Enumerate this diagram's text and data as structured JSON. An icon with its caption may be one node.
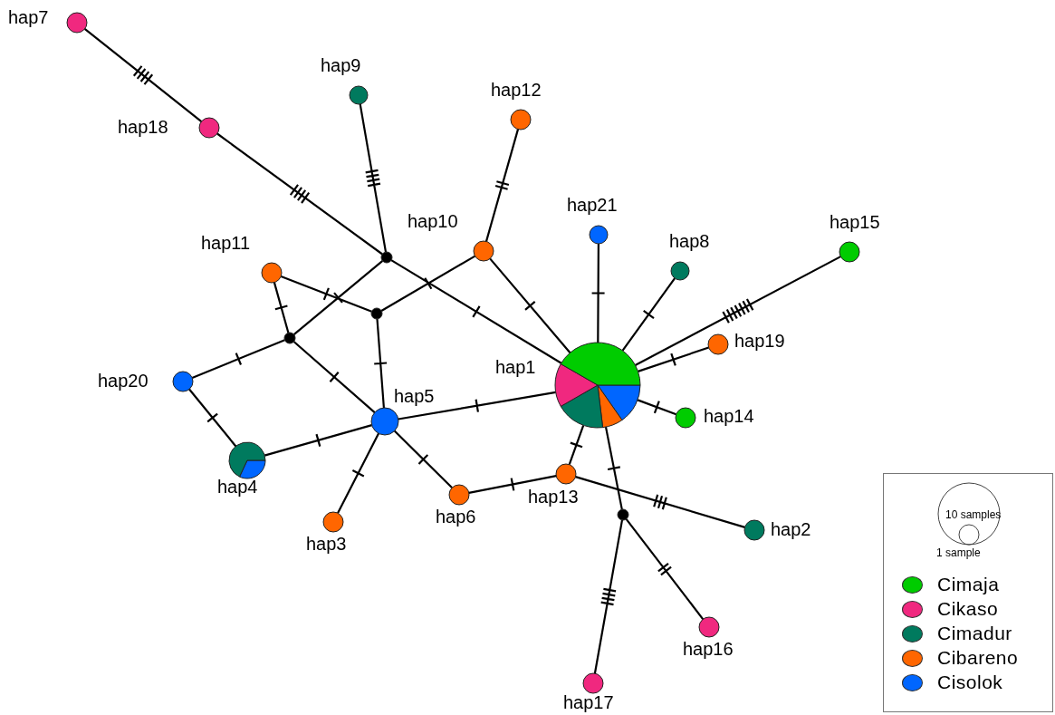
{
  "diagram": {
    "nodes": [
      {
        "text": [],
        "shape": "circle",
        "beside": [
          "hap1"
        ]
      },
      {
        "text": [],
        "shape": "circle",
        "beside": [
          "hap2"
        ]
      },
      {
        "text": [],
        "shape": "circle",
        "beside": [
          "hap3"
        ]
      },
      {
        "text": [],
        "shape": "circle",
        "beside": [
          "hap4"
        ]
      },
      {
        "text": [],
        "shape": "circle",
        "beside": [
          "hap5"
        ]
      },
      {
        "text": [],
        "shape": "circle",
        "beside": [
          "hap6"
        ]
      },
      {
        "text": [],
        "shape": "circle",
        "beside": [
          "hap7"
        ]
      },
      {
        "text": [],
        "shape": "circle",
        "beside": [
          "hap8"
        ]
      },
      {
        "text": [],
        "shape": "circle",
        "beside": [
          "hap9"
        ]
      },
      {
        "text": [],
        "shape": "circle",
        "beside": [
          "hap10"
        ]
      },
      {
        "text": [],
        "shape": "circle",
        "beside": [
          "hap11"
        ]
      },
      {
        "text": [],
        "shape": "circle",
        "beside": [
          "hap12"
        ]
      },
      {
        "text": [],
        "shape": "circle",
        "beside": [
          "hap13"
        ]
      },
      {
        "text": [],
        "shape": "circle",
        "beside": [
          "hap14"
        ]
      },
      {
        "text": [],
        "shape": "circle",
        "beside": [
          "hap15"
        ]
      },
      {
        "text": [],
        "shape": "circle",
        "beside": [
          "hap16"
        ]
      },
      {
        "text": [],
        "shape": "circle",
        "beside": [
          "hap17"
        ]
      },
      {
        "text": [],
        "shape": "circle",
        "beside": [
          "hap18"
        ]
      },
      {
        "text": [],
        "shape": "circle",
        "beside": [
          "hap19"
        ]
      },
      {
        "text": [],
        "shape": "circle",
        "beside": [
          "hap20"
        ]
      },
      {
        "text": [],
        "shape": "circle",
        "beside": [
          "hap21"
        ]
      },
      {
        "text": [],
        "shape": "circle"
      },
      {
        "text": [],
        "shape": "circle"
      },
      {
        "text": [],
        "shape": "circle"
      },
      {
        "text": [],
        "shape": "circle"
      }
    ],
    "edges": [
      {
        "from": 6,
        "to": 17,
        "arrow": "none"
      },
      {
        "from": 17,
        "to": 21,
        "arrow": "none"
      },
      {
        "from": 8,
        "to": 21,
        "arrow": "none"
      },
      {
        "from": 21,
        "to": 0,
        "arrow": "none"
      },
      {
        "from": 21,
        "to": 23,
        "arrow": "none"
      },
      {
        "from": 10,
        "to": 22,
        "arrow": "none"
      },
      {
        "from": 22,
        "to": 9,
        "arrow": "none"
      },
      {
        "from": 11,
        "to": 9,
        "arrow": "none"
      },
      {
        "from": 9,
        "to": 0,
        "arrow": "none"
      },
      {
        "from": 10,
        "to": 23,
        "arrow": "none"
      },
      {
        "from": 19,
        "to": 23,
        "arrow": "none"
      },
      {
        "from": 23,
        "to": 4,
        "arrow": "none"
      },
      {
        "from": 22,
        "to": 4,
        "arrow": "none"
      },
      {
        "from": 19,
        "to": 3,
        "arrow": "none"
      },
      {
        "from": 3,
        "to": 4,
        "arrow": "none"
      },
      {
        "from": 4,
        "to": 0,
        "arrow": "none"
      },
      {
        "from": 4,
        "to": 2,
        "arrow": "none"
      },
      {
        "from": 4,
        "to": 5,
        "arrow": "none"
      },
      {
        "from": 5,
        "to": 12,
        "arrow": "none"
      },
      {
        "from": 12,
        "to": 0,
        "arrow": "none"
      },
      {
        "from": 12,
        "to": 1,
        "arrow": "none"
      },
      {
        "from": 0,
        "to": 24,
        "arrow": "none"
      },
      {
        "from": 24,
        "to": 15,
        "arrow": "none"
      },
      {
        "from": 24,
        "to": 16,
        "arrow": "none"
      },
      {
        "from": 20,
        "to": 0,
        "arrow": "none"
      },
      {
        "from": 7,
        "to": 0,
        "arrow": "none"
      },
      {
        "from": 14,
        "to": 0,
        "arrow": "none"
      },
      {
        "from": 18,
        "to": 0,
        "arrow": "none"
      },
      {
        "from": 13,
        "to": 0,
        "arrow": "none"
      }
    ],
    "legend": [
      {
        "text": "10 samples"
      },
      {
        "text": "1 sample"
      },
      {
        "text": "Cimaja",
        "color": "#00cc00"
      },
      {
        "text": "Cikaso",
        "color": "#f0287f"
      },
      {
        "text": "Cimadur",
        "color": "#007a5e"
      },
      {
        "text": "Cibareno",
        "color": "#ff6600"
      },
      {
        "text": "Cisolok",
        "color": "#0066ff"
      }
    ]
  }
}
